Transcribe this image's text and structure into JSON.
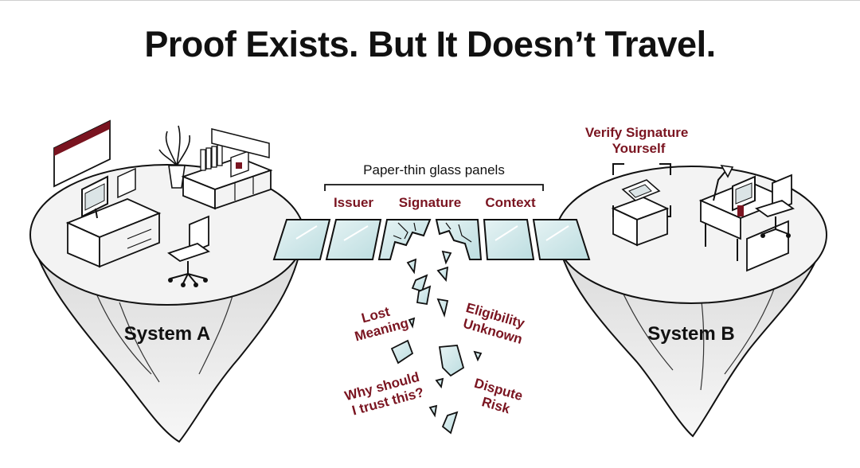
{
  "title": "Proof Exists. But It Doesn’t Travel.",
  "systems": {
    "a": {
      "label": "System A"
    },
    "b": {
      "label": "System B"
    }
  },
  "bridge": {
    "heading": "Paper-thin glass panels",
    "panel_labels": [
      "Issuer",
      "Signature",
      "Context"
    ]
  },
  "verify_note": [
    "Verify Signature",
    "Yourself"
  ],
  "failures": {
    "lost_meaning": [
      "Lost",
      "Meaning"
    ],
    "eligibility_unknown": [
      "Eligibility",
      "Unknown"
    ],
    "why_trust": [
      "Why should",
      "I trust this?"
    ],
    "dispute_risk": [
      "Dispute",
      "Risk"
    ]
  },
  "colors": {
    "accent": "#7a1420",
    "ink": "#111111",
    "glass": "#cfe6e8",
    "ground": "#f2f2f2"
  }
}
